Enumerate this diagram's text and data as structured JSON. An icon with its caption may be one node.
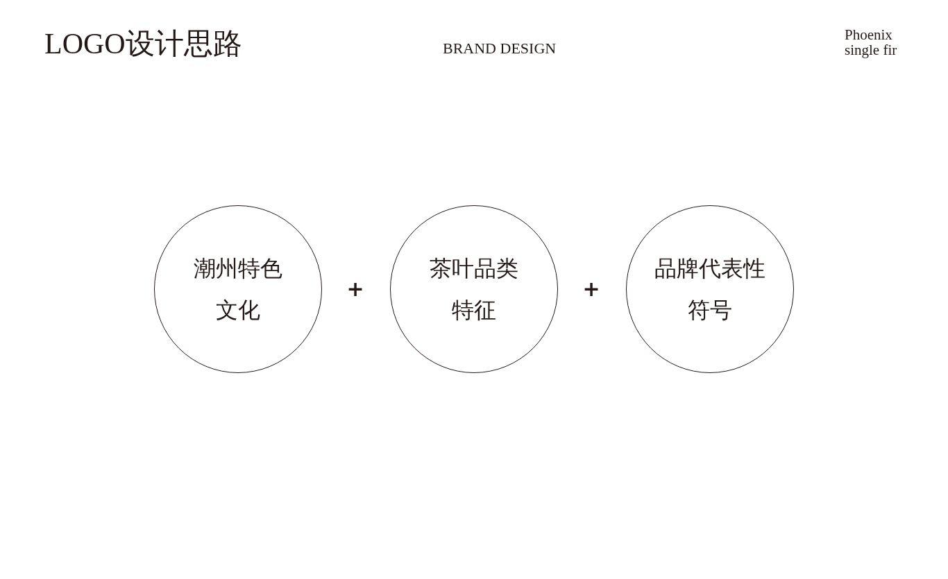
{
  "diagram": {
    "title": "LOGO设计思路",
    "nodes": [
      {
        "text": [
          "潮州特色文化"
        ]
      },
      {
        "text": [
          "茶叶品类特征"
        ]
      },
      {
        "text": [
          "品牌代表性符号"
        ]
      }
    ],
    "labels": [
      "BRAND DESIGN",
      "Phoenix single fir",
      "+",
      "+"
    ]
  }
}
